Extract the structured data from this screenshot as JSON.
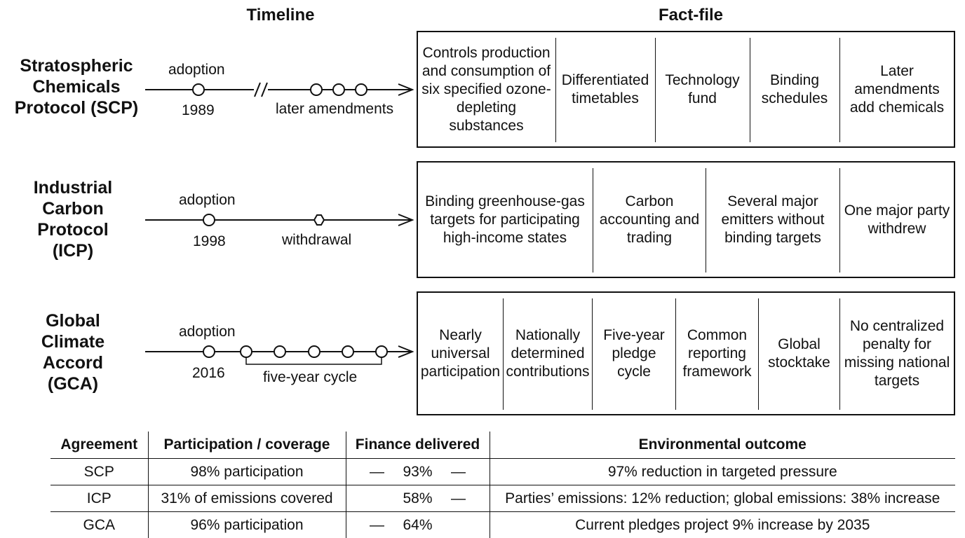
{
  "headers": {
    "timeline": "Timeline",
    "factfile": "Fact-file"
  },
  "agreements": [
    {
      "name_lines": [
        "Stratospheric",
        "Chemicals",
        "Protocol (SCP)"
      ],
      "timeline": {
        "event_label": "adoption",
        "year": "1989",
        "later_label": "later amendments"
      },
      "facts": [
        "Controls production and consumption of six specified ozone-depleting substances",
        "Differentiated timetables",
        "Technology fund",
        "Binding schedules",
        "Later amendments add chemicals"
      ]
    },
    {
      "name_lines": [
        "Industrial",
        "Carbon",
        "Protocol",
        "(ICP)"
      ],
      "timeline": {
        "event_label": "adoption",
        "year": "1998",
        "later_label": "withdrawal"
      },
      "facts": [
        "Binding greenhouse-gas targets for participating high-income states",
        "Carbon accounting and trading",
        "Several major emitters without binding targets",
        "One major party withdrew"
      ]
    },
    {
      "name_lines": [
        "Global",
        "Climate",
        "Accord",
        "(GCA)"
      ],
      "timeline": {
        "event_label": "adoption",
        "year": "2016",
        "later_label": "five-year cycle"
      },
      "facts": [
        "Nearly universal participation",
        "Nationally determined contributions",
        "Five-year pledge cycle",
        "Common reporting framework",
        "Global stocktake",
        "No centralized penalty for missing national targets"
      ]
    }
  ],
  "table": {
    "columns": [
      "Agreement",
      "Participation / coverage",
      "Finance delivered",
      "Environmental outcome"
    ],
    "rows": [
      {
        "agreement": "SCP",
        "participation": "98% participation",
        "finance_pre": "—",
        "finance": "93%",
        "finance_post": "—",
        "outcome": "97% reduction in targeted pressure"
      },
      {
        "agreement": "ICP",
        "participation": "31% of emissions covered",
        "finance_pre": "",
        "finance": "58%",
        "finance_post": "—",
        "outcome": "Parties’ emissions: 12% reduction; global emissions: 38% increase"
      },
      {
        "agreement": "GCA",
        "participation": "96% participation",
        "finance_pre": "—",
        "finance": "64%",
        "finance_post": "",
        "outcome": "Current pledges project 9% increase by 2035"
      }
    ]
  }
}
